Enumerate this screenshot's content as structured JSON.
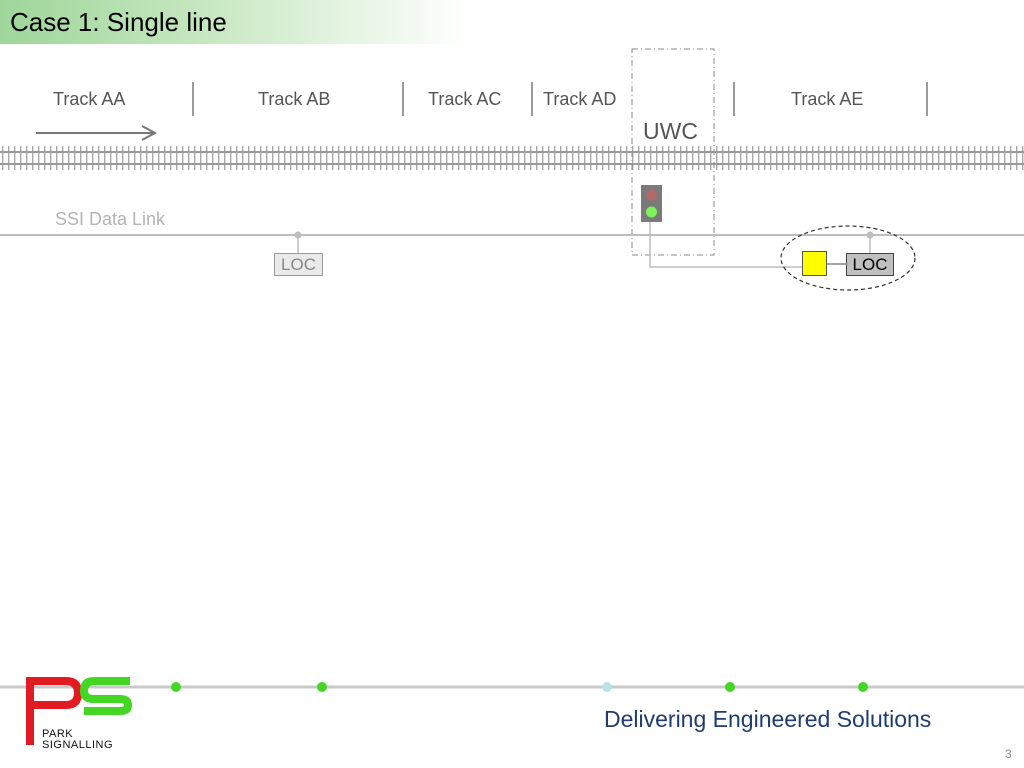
{
  "header": {
    "title": "Case 1: Single line"
  },
  "tracks": [
    {
      "label": "Track AA"
    },
    {
      "label": "Track AB"
    },
    {
      "label": "Track AC"
    },
    {
      "label": "Track AD"
    },
    {
      "label": "Track AE"
    }
  ],
  "uwc": {
    "label": "UWC"
  },
  "data_link": {
    "label": "SSI Data Link"
  },
  "locs": [
    {
      "label": "LOC"
    },
    {
      "label": "LOC"
    }
  ],
  "signal": {
    "aspect_lit": "green"
  },
  "footer": {
    "tagline": "Delivering Engineered Solutions",
    "page_number": "3",
    "logo_line1": "PARK",
    "logo_line2": "SIGNALLING"
  },
  "colors": {
    "brand_green": "#43d723",
    "brand_red": "#e21b23",
    "tagline_blue": "#1f3d6e",
    "signal_green": "#7cf25c",
    "signal_red_dim": "#b06a6a",
    "indicator_yellow": "#ffff00"
  }
}
